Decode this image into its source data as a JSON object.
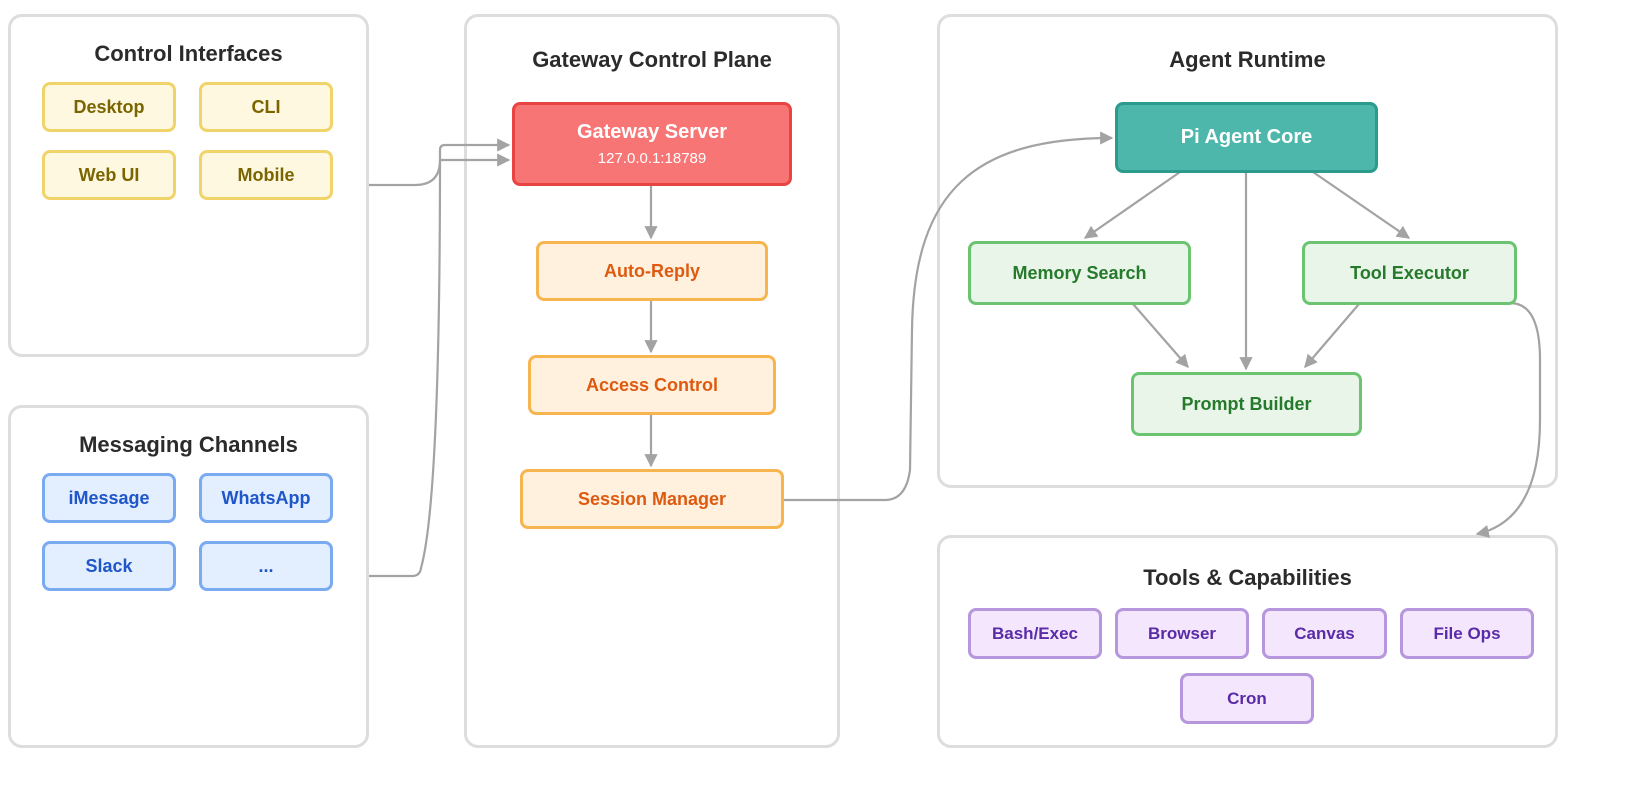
{
  "colors": {
    "panel_border": "#dddddd",
    "edge": "#a3a3a3",
    "control_interfaces": "#f0d469",
    "messaging_channels": "#7aaaf0",
    "gateway_server": "#f87575",
    "gateway_stage": "#f6b54f",
    "agent_core": "#4cb7aa",
    "agent_module": "#6cc472",
    "tool": "#b696dc"
  },
  "panels": {
    "control_interfaces": {
      "title": "Control Interfaces",
      "items": [
        "Desktop",
        "CLI",
        "Web UI",
        "Mobile"
      ]
    },
    "messaging_channels": {
      "title": "Messaging Channels",
      "items": [
        "iMessage",
        "WhatsApp",
        "Slack",
        "..."
      ]
    },
    "gateway": {
      "title": "Gateway Control Plane",
      "server": {
        "label": "Gateway Server",
        "address": "127.0.0.1:18789"
      },
      "stages": [
        "Auto-Reply",
        "Access Control",
        "Session Manager"
      ]
    },
    "agent_runtime": {
      "title": "Agent Runtime",
      "core": "Pi Agent Core",
      "memory_search": "Memory Search",
      "tool_executor": "Tool Executor",
      "prompt_builder": "Prompt Builder"
    },
    "tools": {
      "title": "Tools & Capabilities",
      "items": [
        "Bash/Exec",
        "Browser",
        "Canvas",
        "File Ops",
        "Cron"
      ]
    }
  },
  "edges": [
    {
      "from": "Control Interfaces",
      "to": "Gateway Server"
    },
    {
      "from": "Messaging Channels",
      "to": "Gateway Server"
    },
    {
      "from": "Gateway Server",
      "to": "Auto-Reply"
    },
    {
      "from": "Auto-Reply",
      "to": "Access Control"
    },
    {
      "from": "Access Control",
      "to": "Session Manager"
    },
    {
      "from": "Session Manager",
      "to": "Pi Agent Core"
    },
    {
      "from": "Pi Agent Core",
      "to": "Memory Search"
    },
    {
      "from": "Pi Agent Core",
      "to": "Tool Executor"
    },
    {
      "from": "Pi Agent Core",
      "to": "Prompt Builder"
    },
    {
      "from": "Memory Search",
      "to": "Prompt Builder"
    },
    {
      "from": "Tool Executor",
      "to": "Prompt Builder"
    },
    {
      "from": "Tool Executor",
      "to": "Tools & Capabilities"
    }
  ]
}
